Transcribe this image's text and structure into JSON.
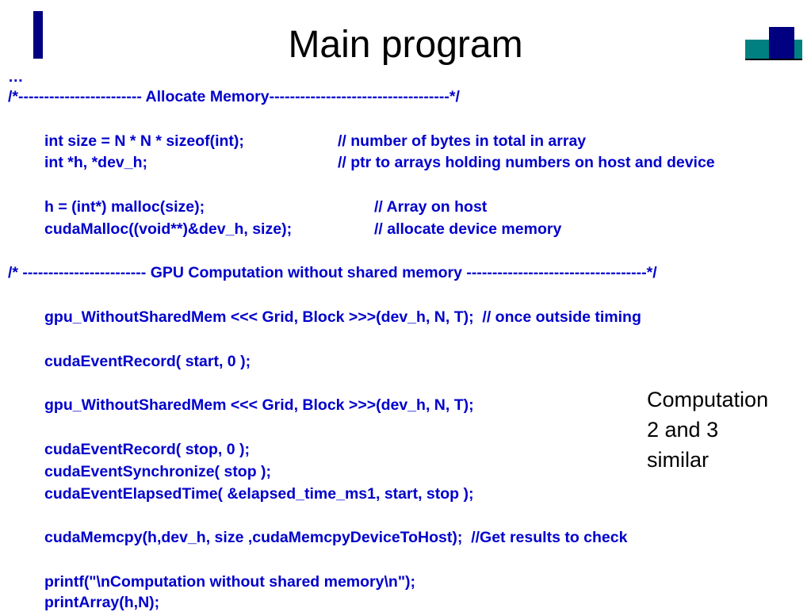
{
  "slide": {
    "title": "Main program",
    "side_note": [
      "Computation",
      "2 and 3",
      "similar"
    ]
  },
  "code": {
    "ellipsis": "…",
    "alloc_header": "/*------------------------ Allocate Memory-----------------------------------*/",
    "size_stmt": "int size = N * N * sizeof(int);",
    "size_comment": "// number of bytes in total in array",
    "ptr_stmt": "int *h, *dev_h;",
    "ptr_comment": "// ptr to arrays holding numbers on host and device",
    "malloc_stmt": "h = (int*) malloc(size);",
    "malloc_comment": "// Array on host",
    "cudamalloc_stmt": "cudaMalloc((void**)&dev_h, size);",
    "cudamalloc_comment": "// allocate device memory",
    "gpu_header": "/* ------------------------ GPU Computation without shared memory -----------------------------------*/",
    "kernel_warmup": "gpu_WithoutSharedMem <<< Grid, Block >>>(dev_h, N, T);  // once outside timing",
    "record_start": "cudaEventRecord( start, 0 );",
    "kernel_timed": "gpu_WithoutSharedMem <<< Grid, Block >>>(dev_h, N, T);",
    "record_stop": "cudaEventRecord( stop, 0 );",
    "sync_stmt": "cudaEventSynchronize( stop );",
    "elapsed_stmt": "cudaEventElapsedTime( &elapsed_time_ms1, start, stop );",
    "memcpy_stmt": "cudaMemcpy(h,dev_h, size ,cudaMemcpyDeviceToHost);  //Get results to check",
    "printf_stmt": "printf(\"\\nComputation without shared memory\\n\");",
    "printarray_stmt": "printArray(h,N);"
  },
  "colors": {
    "code": "#0000cc",
    "accent_navy": "#000080",
    "accent_teal": "#008080"
  }
}
